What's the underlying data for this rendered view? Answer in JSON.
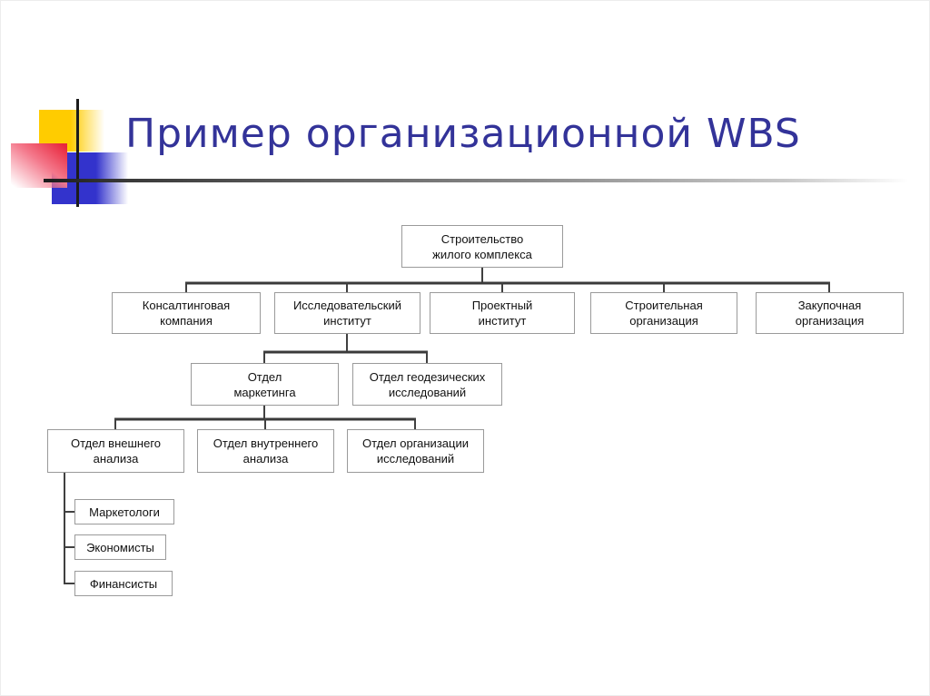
{
  "slide": {
    "title": "Пример организационной WBS"
  },
  "colors": {
    "title_text": "#333399",
    "accent_yellow": "#FFCC00",
    "accent_blue": "#3333CC",
    "accent_red": "#E8273D",
    "connector": "#404040",
    "box_border": "#9A9A9A"
  },
  "diagram": {
    "type": "org-tree",
    "root": {
      "label": "Строительство\nжилого комплекса"
    },
    "level2": [
      {
        "label": "Консалтинговая\nкомпания"
      },
      {
        "label": "Исследовательский\nинститут"
      },
      {
        "label": "Проектный\nинститут"
      },
      {
        "label": "Строительная\nорганизация"
      },
      {
        "label": "Закупочная\nорганизация"
      }
    ],
    "level3": [
      {
        "label": "Отдел\nмаркетинга"
      },
      {
        "label": "Отдел геодезических\nисследований"
      }
    ],
    "level4": [
      {
        "label": "Отдел внешнего\nанализа"
      },
      {
        "label": "Отдел внутреннего\nанализа"
      },
      {
        "label": "Отдел организации\nисследований"
      }
    ],
    "level5": [
      {
        "label": "Маркетологи"
      },
      {
        "label": "Экономисты"
      },
      {
        "label": "Финансисты"
      }
    ]
  }
}
